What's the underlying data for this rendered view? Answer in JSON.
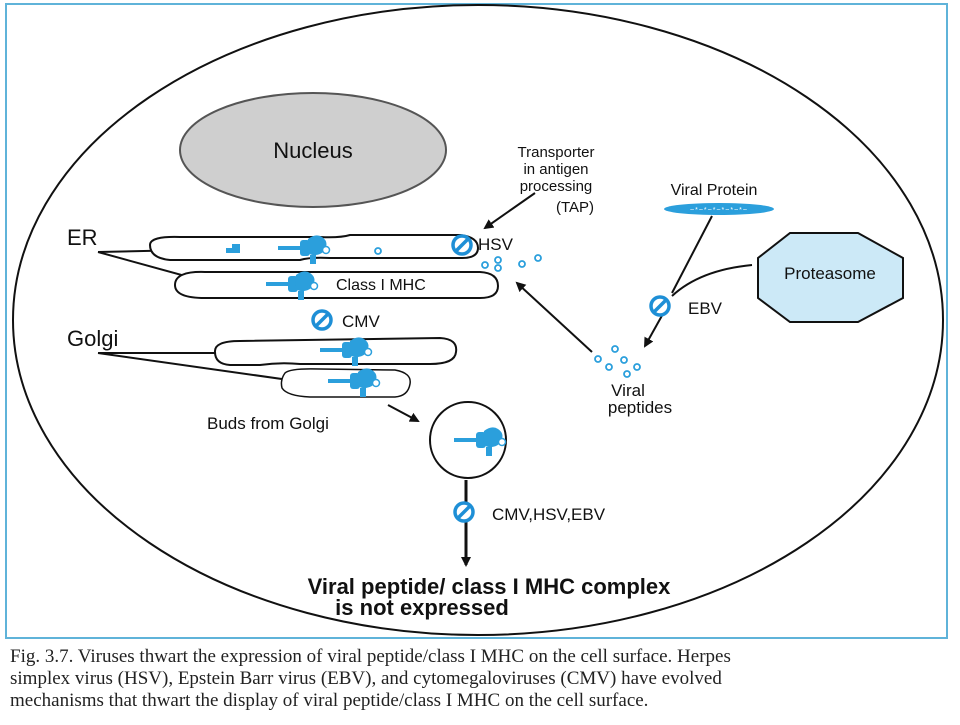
{
  "colors": {
    "frame": "#5fb3d9",
    "outline": "#000000",
    "nucleus_fill": "#cfcfcf",
    "proteasome_fill": "#cce9f7",
    "viral_blue": "#2b9fdc",
    "block_blue": "#1e8fd6"
  },
  "labels": {
    "nucleus": "Nucleus",
    "tap_line1": "Transporter",
    "tap_line2": "in antigen",
    "tap_line3": "processing",
    "tap_line4": "(TAP)",
    "viral_protein": "Viral Protein",
    "proteasome": "Proteasome",
    "er": "ER",
    "golgi": "Golgi",
    "hsv": "HSV",
    "class_i_mhc": "Class I MHC",
    "cmv": "CMV",
    "ebv": "EBV",
    "viral_peptides_line1": "Viral",
    "viral_peptides_line2": "peptides",
    "buds_from_golgi": "Buds from Golgi",
    "cmv_hsv_ebv": "CMV,HSV,EBV",
    "result_line1": "Viral peptide/ class I MHC complex",
    "result_line2": "is not expressed"
  },
  "caption": {
    "line1": "Fig. 3.7. Viruses thwart the expression of viral peptide/class I MHC on the cell surface. Herpes",
    "line2": "simplex virus (HSV), Epstein Barr virus (EBV), and cytomegaloviruses (CMV) have evolved",
    "line3": "mechanisms that thwart the display of viral peptide/class I MHC on the cell surface."
  },
  "icons": {
    "block": "no-entry-icon",
    "mhc": "class-i-mhc-molecule-icon",
    "peptide": "viral-peptide-dot-icon"
  }
}
